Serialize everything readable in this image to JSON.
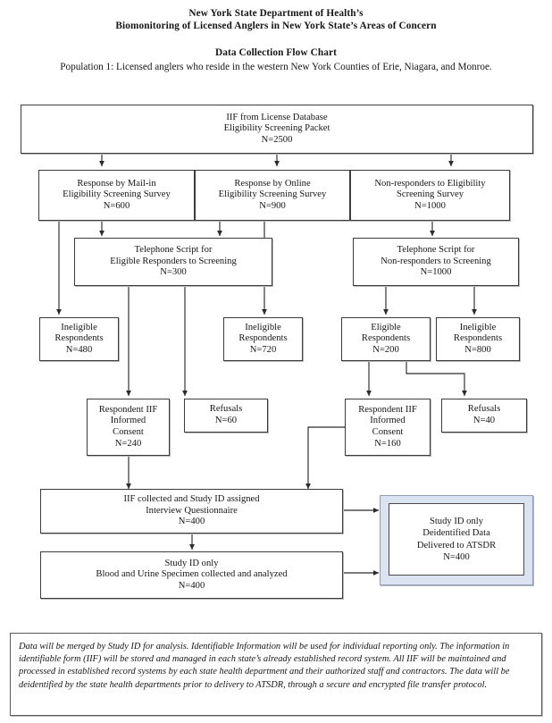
{
  "header": {
    "line1": "New York State Department of Health’s",
    "line2": "Biomonitoring of Licensed Anglers in New York State’s Areas of Concern",
    "line3": "Data Collection Flow Chart",
    "line4": "Population 1: Licensed anglers who reside in the western New York Counties of Erie, Niagara, and Monroe."
  },
  "chart_data": {
    "type": "diagram",
    "title": "Data Collection Flow Chart",
    "nodes": [
      {
        "id": "source",
        "lines": [
          "IIF from License Database",
          "Eligibility Screening Packet",
          "N=2500"
        ],
        "n": 2500
      },
      {
        "id": "mail-in",
        "lines": [
          "Response by Mail-in",
          "Eligibility Screening Survey",
          "N=600"
        ],
        "n": 600
      },
      {
        "id": "online",
        "lines": [
          "Response by Online",
          "Eligibility Screening Survey",
          "N=900"
        ],
        "n": 900
      },
      {
        "id": "non-responders",
        "lines": [
          "Non-responders to Eligibility",
          "Screening Survey",
          "N=1000"
        ],
        "n": 1000
      },
      {
        "id": "phone-eligible",
        "lines": [
          "Telephone Script for",
          "Eligible Responders to Screening",
          "N=300"
        ],
        "n": 300
      },
      {
        "id": "phone-nonresp",
        "lines": [
          "Telephone Script for",
          "Non-responders to Screening",
          "N=1000"
        ],
        "n": 1000
      },
      {
        "id": "ineligible-480",
        "lines": [
          "Ineligible",
          "Respondents",
          "N=480"
        ],
        "n": 480
      },
      {
        "id": "ineligible-720",
        "lines": [
          "Ineligible",
          "Respondents",
          "N=720"
        ],
        "n": 720
      },
      {
        "id": "eligible-200",
        "lines": [
          "Eligible",
          "Respondents",
          "N=200"
        ],
        "n": 200
      },
      {
        "id": "ineligible-800",
        "lines": [
          "Ineligible",
          "Respondents",
          "N=800"
        ],
        "n": 800
      },
      {
        "id": "consent-240",
        "lines": [
          "Respondent IIF",
          "Informed",
          "Consent",
          "N=240"
        ],
        "n": 240
      },
      {
        "id": "refusals-60",
        "lines": [
          "Refusals",
          "N=60"
        ],
        "n": 60
      },
      {
        "id": "consent-160",
        "lines": [
          "Respondent IIF",
          "Informed",
          "Consent",
          "N=160"
        ],
        "n": 160
      },
      {
        "id": "refusals-40",
        "lines": [
          "Refusals",
          "N=40"
        ],
        "n": 40
      },
      {
        "id": "iif-collected",
        "lines": [
          "IIF collected and Study ID assigned",
          "Interview Questionnaire",
          "N=400"
        ],
        "n": 400
      },
      {
        "id": "specimen",
        "lines": [
          "Study ID only",
          "Blood and Urine Specimen collected and analyzed",
          "N=400"
        ],
        "n": 400
      },
      {
        "id": "atsdr",
        "lines": [
          "Study ID only",
          "Deidentified Data",
          "Delivered to ATSDR",
          "N=400"
        ],
        "n": 400,
        "highlight_color": "#dbe3f1"
      }
    ],
    "edges": [
      {
        "from": "source",
        "to": "mail-in"
      },
      {
        "from": "source",
        "to": "online"
      },
      {
        "from": "source",
        "to": "non-responders"
      },
      {
        "from": "mail-in",
        "to": "phone-eligible"
      },
      {
        "from": "mail-in",
        "to": "ineligible-480"
      },
      {
        "from": "online",
        "to": "phone-eligible"
      },
      {
        "from": "online",
        "to": "ineligible-720"
      },
      {
        "from": "non-responders",
        "to": "phone-nonresp"
      },
      {
        "from": "phone-nonresp",
        "to": "eligible-200"
      },
      {
        "from": "phone-nonresp",
        "to": "ineligible-800"
      },
      {
        "from": "phone-eligible",
        "to": "consent-240"
      },
      {
        "from": "phone-eligible",
        "to": "refusals-60"
      },
      {
        "from": "eligible-200",
        "to": "consent-160"
      },
      {
        "from": "eligible-200",
        "to": "refusals-40"
      },
      {
        "from": "consent-240",
        "to": "iif-collected"
      },
      {
        "from": "consent-160",
        "to": "iif-collected"
      },
      {
        "from": "iif-collected",
        "to": "specimen"
      },
      {
        "from": "iif-collected",
        "to": "atsdr"
      },
      {
        "from": "specimen",
        "to": "atsdr"
      }
    ]
  },
  "footnote": {
    "text": "Data will be merged by Study ID for analysis.  Identifiable Information will be used for individual reporting only. The information in identifiable form (IIF) will be stored and managed in each state’s already established record system. All IIF will be maintained and processed in established record systems by each state health department and their authorized staff and contractors. The data will be deidentified by the state health departments prior to delivery to ATSDR, through a secure and encrypted file transfer protocol."
  }
}
